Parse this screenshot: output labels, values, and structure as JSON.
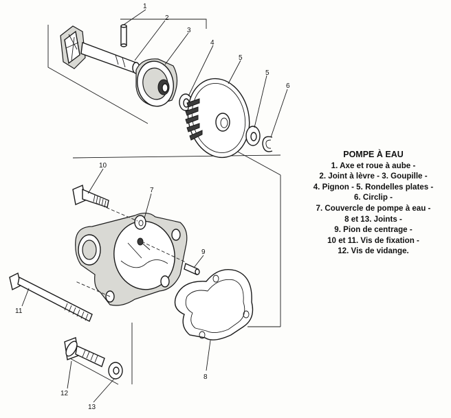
{
  "caption": {
    "title": "POMPE À EAU",
    "lines": [
      "1. Axe et roue à aube -",
      "2. Joint à lèvre - 3. Goupille -",
      "4. Pignon - 5. Rondelles plates -",
      "6. Circlip -",
      "7. Couvercle de pompe à eau -",
      "8 et 13. Joints -",
      "9. Pion de centrage -",
      "10 et 11. Vis de fixation -",
      "12. Vis de vidange."
    ]
  },
  "callouts": [
    "1",
    "2",
    "3",
    "4",
    "5",
    "5",
    "6",
    "7",
    "8",
    "9",
    "10",
    "11",
    "12",
    "13"
  ]
}
